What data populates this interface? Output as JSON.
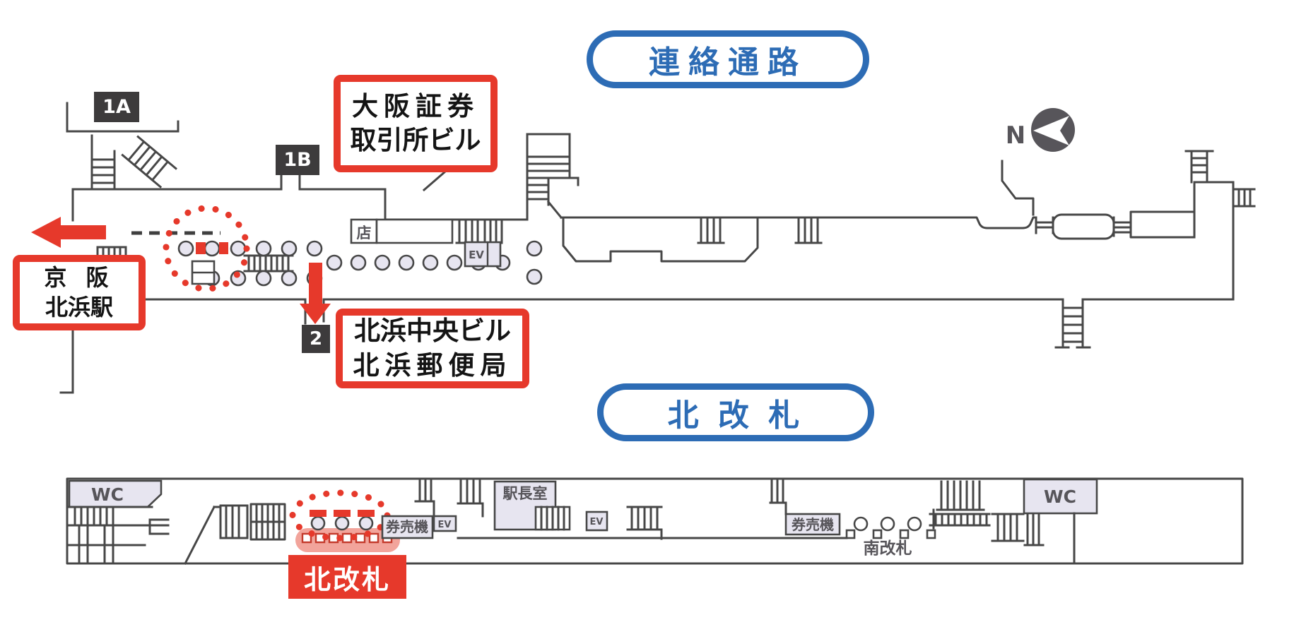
{
  "colors": {
    "red": "#e6392b",
    "blue": "#2d6cb5",
    "dark": "#3d3b3c",
    "line": "#474747",
    "panel": "#e7e5f0",
    "pink": "#f2a49b"
  },
  "titles": {
    "passage": "連絡通路",
    "north_gate_section": "北 改 札"
  },
  "exits": {
    "a": "1A",
    "b": "1B",
    "two": "2"
  },
  "callouts": {
    "exchange": {
      "line1": "大阪証券",
      "line2": "取引所ビル"
    },
    "keihan": {
      "line1": "京 阪",
      "line2": "北浜駅"
    },
    "chuo": {
      "line1": "北浜中央ビル",
      "line2": "北浜郵便局"
    }
  },
  "map_labels": {
    "shop": "店",
    "ev": "EV",
    "wc": "WC",
    "station_office": "駅長室",
    "ticket_machines": "券売機",
    "south_gate": "南改札"
  },
  "north_gate_label": "北改札",
  "compass": "N"
}
